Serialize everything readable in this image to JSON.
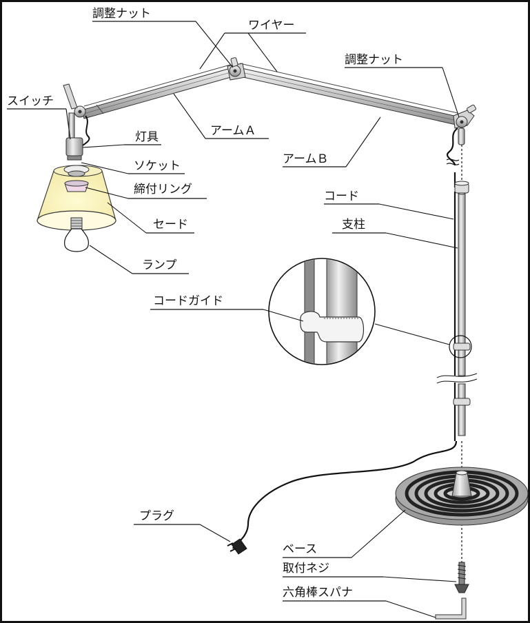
{
  "diagram": {
    "labels": {
      "adjust_nut_1": "調整ナット",
      "wire": "ワイヤー",
      "adjust_nut_2": "調整ナット",
      "switch": "スイッチ",
      "arm_a": "アームＡ",
      "arm_b": "アームＢ",
      "fixture": "灯具",
      "socket": "ソケット",
      "lock_ring": "締付リング",
      "shade": "セード",
      "lamp": "ランプ",
      "cord": "コード",
      "post": "支柱",
      "cord_guide": "コードガイド",
      "plug": "プラグ",
      "base": "ベース",
      "mount_screw": "取付ネジ",
      "hex_wrench": "六角棒スパナ"
    }
  }
}
